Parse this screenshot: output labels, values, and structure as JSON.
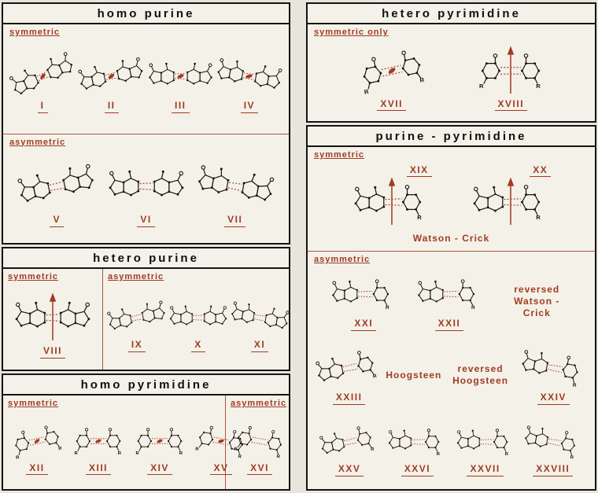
{
  "colors": {
    "accent": "#a03b24",
    "ink": "#17140f",
    "paper": "#f4f1e8",
    "page_bg": "#e8e5dd"
  },
  "glyphs": {
    "r_label": "R"
  },
  "panels": {
    "homo_purine": {
      "title": "homo purine",
      "symmetric": {
        "label": "symmetric",
        "items": [
          {
            "numeral": "I"
          },
          {
            "numeral": "II"
          },
          {
            "numeral": "III"
          },
          {
            "numeral": "IV"
          }
        ]
      },
      "asymmetric": {
        "label": "asymmetric",
        "items": [
          {
            "numeral": "V"
          },
          {
            "numeral": "VI"
          },
          {
            "numeral": "VII"
          }
        ]
      }
    },
    "hetero_purine": {
      "title": "hetero purine",
      "symmetric": {
        "label": "symmetric",
        "items": [
          {
            "numeral": "VIII"
          }
        ]
      },
      "asymmetric": {
        "label": "asymmetric",
        "items": [
          {
            "numeral": "IX"
          },
          {
            "numeral": "X"
          },
          {
            "numeral": "XI"
          }
        ]
      }
    },
    "homo_pyrimidine": {
      "title": "homo pyrimidine",
      "symmetric": {
        "label": "symmetric",
        "items": [
          {
            "numeral": "XII"
          },
          {
            "numeral": "XIII"
          },
          {
            "numeral": "XIV"
          },
          {
            "numeral": "XV"
          }
        ]
      },
      "asymmetric": {
        "label": "asymmetric",
        "items": [
          {
            "numeral": "XVI"
          }
        ]
      }
    },
    "hetero_pyrimidine": {
      "title": "hetero pyrimidine",
      "symmetric": {
        "label": "symmetric only",
        "items": [
          {
            "numeral": "XVII"
          },
          {
            "numeral": "XVIII"
          }
        ]
      }
    },
    "purine_pyrimidine": {
      "title": "purine - pyrimidine",
      "symmetric": {
        "label": "symmetric",
        "items": [
          {
            "numeral": "XIX"
          },
          {
            "numeral": "XX"
          }
        ],
        "caption": "Watson - Crick"
      },
      "asymmetric": {
        "label": "asymmetric",
        "row1": {
          "items": [
            {
              "numeral": "XXI"
            },
            {
              "numeral": "XXII"
            }
          ],
          "caption": "reversed Watson - Crick"
        },
        "row2": {
          "left_item": {
            "numeral": "XXIII"
          },
          "left_caption": "Hoogsteen",
          "right_caption": "reversed Hoogsteen",
          "right_item": {
            "numeral": "XXIV"
          }
        },
        "row3": {
          "items": [
            {
              "numeral": "XXV"
            },
            {
              "numeral": "XXVI"
            },
            {
              "numeral": "XXVII"
            },
            {
              "numeral": "XXVIII"
            }
          ]
        }
      }
    }
  }
}
